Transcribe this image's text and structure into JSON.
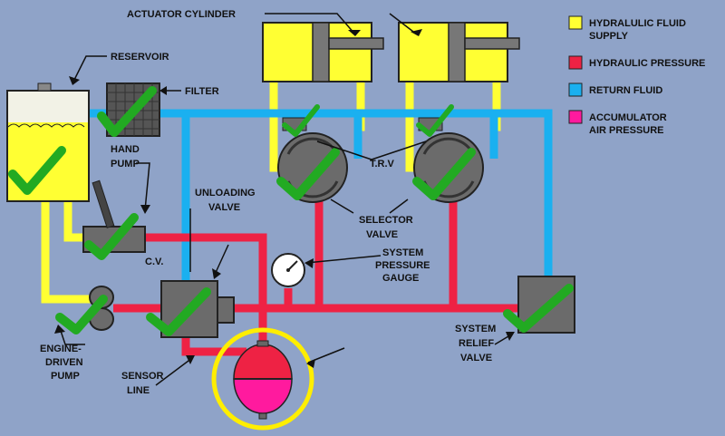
{
  "colors": {
    "background": "#8fa3c8",
    "supply": "#ffff33",
    "pressure": "#ee2244",
    "return": "#1ab0f0",
    "accumulator_air": "#ff1a9e",
    "component": "#6b6b6b",
    "check": "#22aa22",
    "highlight": "#ffee00"
  },
  "labels": {
    "actuator_cylinder": "ACTUATOR CYLINDER",
    "reservoir": "RESERVOIR",
    "filter": "FILTER",
    "hand_pump_1": "HAND",
    "hand_pump_2": "PUMP",
    "unloading_valve_1": "UNLOADING",
    "unloading_valve_2": "VALVE",
    "trv": "T.R.V",
    "selector_valve_1": "SELECTOR",
    "selector_valve_2": "VALVE",
    "system_pressure_gauge_1": "SYSTEM",
    "system_pressure_gauge_2": "PRESSURE",
    "system_pressure_gauge_3": "GAUGE",
    "cv": "C.V.",
    "engine_driven_pump_1": "ENGINE-",
    "engine_driven_pump_2": "DRIVEN",
    "engine_driven_pump_3": "PUMP",
    "sensor_line_1": "SENSOR",
    "sensor_line_2": "LINE",
    "system_relief_valve_1": "SYSTEM",
    "system_relief_valve_2": "RELIEF",
    "system_relief_valve_3": "VALVE"
  },
  "legend": [
    {
      "lines": [
        "HYDRALULIC FLUID",
        "SUPPLY"
      ],
      "color": "#ffff33"
    },
    {
      "lines": [
        "HYDRAULIC PRESSURE"
      ],
      "color": "#ee2244"
    },
    {
      "lines": [
        "RETURN FLUID"
      ],
      "color": "#1ab0f0"
    },
    {
      "lines": [
        "ACCUMULATOR",
        "AIR PRESSURE"
      ],
      "color": "#ff1a9e"
    }
  ]
}
